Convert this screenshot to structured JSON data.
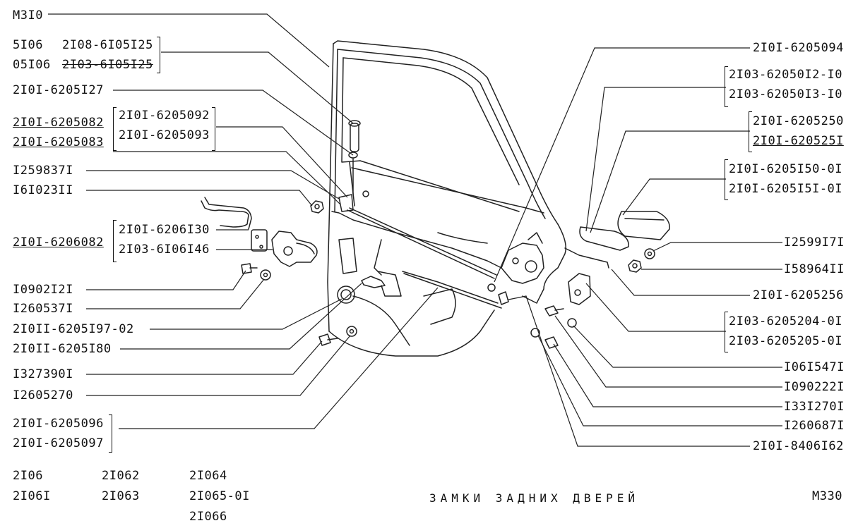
{
  "page": {
    "code_top": "M3I0",
    "code_bottom": "M330",
    "title": "ЗАМКИ  ЗАДНИХ  ДВЕРЕЙ"
  },
  "left_labels": {
    "m3i0": "M3I0",
    "l5106": "5I06",
    "l05106": "05I06",
    "l2108": "2I08-6I05I25",
    "l2103": "2I03-6I05I25",
    "l2101_127": "2I0I-6205I27",
    "l2101_082": "2I0I-6205082",
    "l2101_083": "2I0I-6205083",
    "l2101_092": "2I0I-6205092",
    "l2101_093": "2I0I-6205093",
    "l1259837": "I259837I",
    "l1610231": "I6I023II",
    "l2101_6206082": "2I0I-6206082",
    "l2101_6206130": "2I0I-6206I30",
    "l2103_6106146": "2I03-6I06I46",
    "l1090212": "I0902I2I",
    "l1260537": "I260537I",
    "l21011_197": "2I0II-6205I97-02",
    "l21011_180": "2I0II-6205I80",
    "l1327390": "I327390I",
    "l1260527": "I2605270",
    "l2101_096": "2I0I-6205096",
    "l2101_097": "2I0I-6205097"
  },
  "right_labels": {
    "r2101_094": "2I0I-6205094",
    "r2103_012": "2I03-62050I2-I0",
    "r2103_013": "2I03-62050I3-I0",
    "r2101_250": "2I0I-6205250",
    "r2101_251": "2I0I-620525I",
    "r2101_150": "2I0I-6205I50-0I",
    "r2101_151": "2I0I-6205I5I-0I",
    "r1259917": "I2599I7I",
    "r1589641": "I58964II",
    "r2101_256": "2I0I-6205256",
    "r2103_204": "2I03-6205204-0I",
    "r2103_205": "2I03-6205205-0I",
    "r1061547": "I06I547I",
    "r1090222": "I090222I",
    "r1331270": "I33I270I",
    "r1260687": "I260687I",
    "r2101_8406": "2I0I-8406I62"
  },
  "models": {
    "col1": [
      "2I06",
      "2I06I"
    ],
    "col2": [
      "2I062",
      "2I063"
    ],
    "col3": [
      "2I064",
      "2I065-0I",
      "2I066"
    ]
  }
}
